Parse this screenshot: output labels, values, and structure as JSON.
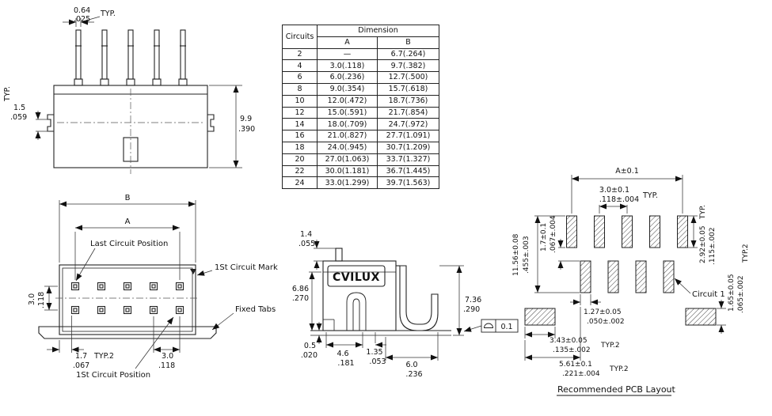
{
  "front_view": {
    "w_mm": "0.64",
    "w_in": ".025",
    "w_typ": "TYP.",
    "t_typ": "TYP.",
    "t_mm": "1.5",
    "t_in": ".059",
    "h_mm": "9.9",
    "h_in": ".390"
  },
  "dimension_table": {
    "circuits": "Circuits",
    "dimension": "Dimension",
    "a": "A",
    "b": "B",
    "rows": [
      [
        "2",
        "—",
        "6.7(.264)"
      ],
      [
        "4",
        "3.0(.118)",
        "9.7(.382)"
      ],
      [
        "6",
        "6.0(.236)",
        "12.7(.500)"
      ],
      [
        "8",
        "9.0(.354)",
        "15.7(.618)"
      ],
      [
        "10",
        "12.0(.472)",
        "18.7(.736)"
      ],
      [
        "12",
        "15.0(.591)",
        "21.7(.854)"
      ],
      [
        "14",
        "18.0(.709)",
        "24.7(.972)"
      ],
      [
        "16",
        "21.0(.827)",
        "27.7(1.091)"
      ],
      [
        "18",
        "24.0(.945)",
        "30.7(1.209)"
      ],
      [
        "20",
        "27.0(1.063)",
        "33.7(1.327)"
      ],
      [
        "22",
        "30.0(1.181)",
        "36.7(1.445)"
      ],
      [
        "24",
        "33.0(1.299)",
        "39.7(1.563)"
      ]
    ]
  },
  "top_view": {
    "b": "B",
    "a": "A",
    "last": "Last Circuit Position",
    "mark": "1St Circuit Mark",
    "tabs": "Fixed Tabs",
    "first": "1St Circuit Position",
    "row_mm": "3.0",
    "row_in": ".118",
    "off_mm": "1.7",
    "off_typ": "TYP.2",
    "off_in": ".067",
    "pitch_mm": "3.0",
    "pitch_in": ".118"
  },
  "side_view": {
    "brand": "CVILUX",
    "top_mm": "1.4",
    "top_in": ".055",
    "h1_mm": "6.86",
    "h1_in": ".270",
    "h2_mm": "7.36",
    "h2_in": ".290",
    "standoff_mm": "0.5",
    "standoff_in": ".020",
    "foot_mm": "4.6",
    "foot_in": ".181",
    "gap_mm": "1.35",
    "gap_in": ".053",
    "tail_mm": "6.0",
    "tail_in": ".236",
    "flat_symbol": "arc-segment-icon",
    "flat": "0.1"
  },
  "pcb_layout": {
    "title": "Recommended PCB Layout",
    "a": "A±0.1",
    "pitch_mm": "3.0±0.1",
    "pitch_in": ".118±.004",
    "pitch_typ": "TYP.",
    "off_mm": "1.7±0.1",
    "off_in": ".067±.004",
    "len_mm": "2.92±0.05",
    "len_in": ".115±.002",
    "len_typ": "TYP.",
    "span_mm": "11.56±0.08",
    "span_in": ".455±.003",
    "typ2": "TYP.2",
    "w_mm": "1.27±0.05",
    "w_in": ".050±.002",
    "c1": "Circuit 1",
    "tabh_mm": "1.65±0.05",
    "tabh_in": ".065±.002",
    "tabw_mm": "3.43±0.05",
    "tabw_in": ".135±.002",
    "tabw_typ": "TYP.2",
    "taboff_mm": "5.61±0.1",
    "taboff_in": ".221±.004",
    "taboff_typ": "TYP.2"
  }
}
